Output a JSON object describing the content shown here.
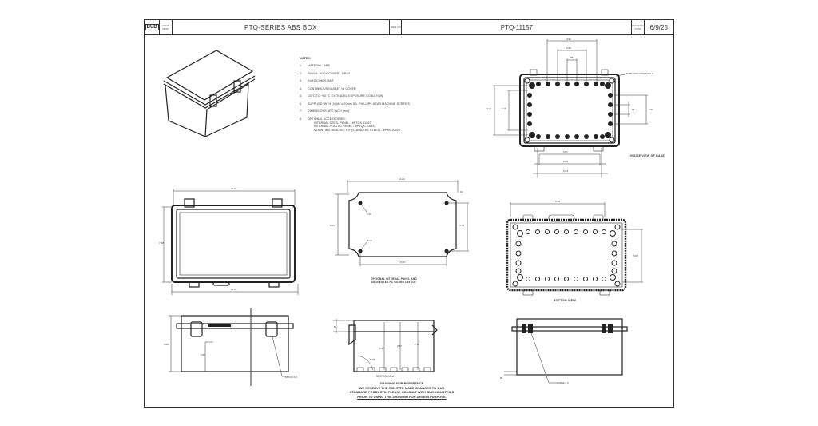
{
  "title_block": {
    "logo": "BUD",
    "part_desc_label": "PART DESC",
    "description": "PTQ-SERIES ABS BOX",
    "part_no_label": "PART NO",
    "part_number": "PTQ-11157",
    "revision_date_label": "REVISION DATE",
    "date": "6/9/25"
  },
  "notes": {
    "title": "NOTES:",
    "items": [
      {
        "num": "1.",
        "text": "MATERIAL: ABS"
      },
      {
        "num": "2.",
        "text": "FINISH: BODY/COVER - GRAY"
      },
      {
        "num": "3.",
        "text": "RoHS COMPLIANT"
      },
      {
        "num": "4.",
        "text": "CONTINUOUS GASKET IN COVER"
      },
      {
        "num": "5.",
        "text": "-20°C TO +60 °C EXTENDED EXPOSURE CONDITION"
      },
      {
        "num": "6.",
        "text": "SUPPLIED WITH (4) M4 x 20mm SS. PHILLIPS HEAD MACHINE SCREWS"
      },
      {
        "num": "7.",
        "text": "DIMENSIONS ARE INCH [mm]"
      },
      {
        "num": "8.",
        "text": "OPTIONAL ACCESSORIES:"
      }
    ],
    "accessories": [
      "INTERNAL STEEL PANEL - #PTQX-11067",
      "INTERNAL PLASTIC PANEL - #PTQX-10614",
      "MOUNTING BRACKET KIT (STAINLESS STEEL) - #PBX-10920"
    ]
  },
  "views": {
    "inside_base": "INSIDE VIEW OF BASE",
    "panel_layout_line1": "OPTIONAL INTERNAL PANEL AND",
    "panel_layout_line2": "SUGGESTED PC BOARD LAYOUT",
    "bottom": "BOTTOM VIEW",
    "section": "SECTION A-A",
    "latch": "LATCH X 2",
    "hinge": "HINGE X 2",
    "threaded_insert": "THREADED INSERT X 4"
  },
  "footer": {
    "line1": "DRAWING FOR REFERENCE",
    "line2": "WE RESERVE THE RIGHT TO MAKE CHANGES TO OUR",
    "line3": "STANDARD PRODUCTS. PLEASE CONSULT WITH BUD INDUSTRIES",
    "line4": "PRIOR TO USING THIS DRAWING FOR DESIGN PURPOSE."
  }
}
